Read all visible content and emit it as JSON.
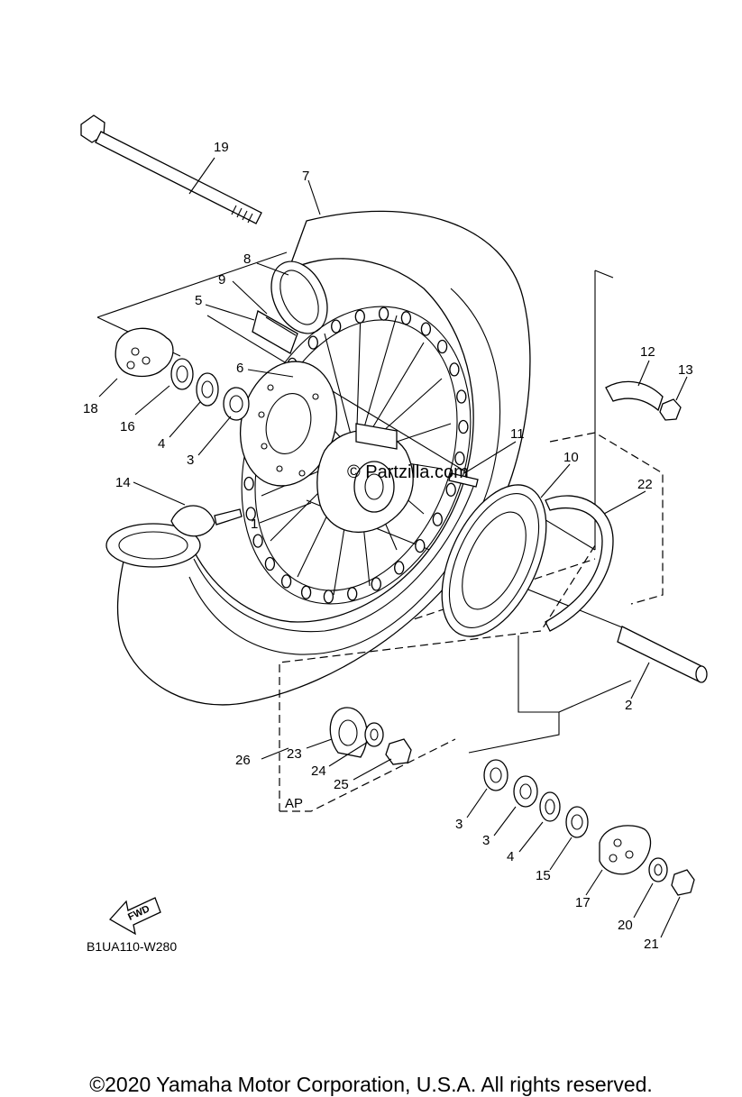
{
  "callouts": {
    "p1": "1",
    "p2": "2",
    "p3a": "3",
    "p3b": "3",
    "p3c": "3",
    "p4a": "4",
    "p4b": "4",
    "p5": "5",
    "p6": "6",
    "p7": "7",
    "p8": "8",
    "p9": "9",
    "p10": "10",
    "p11": "11",
    "p12": "12",
    "p13": "13",
    "p14": "14",
    "p15": "15",
    "p16": "16",
    "p17": "17",
    "p18": "18",
    "p19": "19",
    "p20": "20",
    "p21": "21",
    "p22": "22",
    "p23": "23",
    "p24": "24",
    "p25": "25",
    "p26": "26"
  },
  "ap_label": "AP",
  "fwd_label": "FWD",
  "watermark": "© Partzilla.com",
  "diagram_code": "B1UA110-W280",
  "copyright": "©2020 Yamaha Motor Corporation, U.S.A. All rights reserved."
}
